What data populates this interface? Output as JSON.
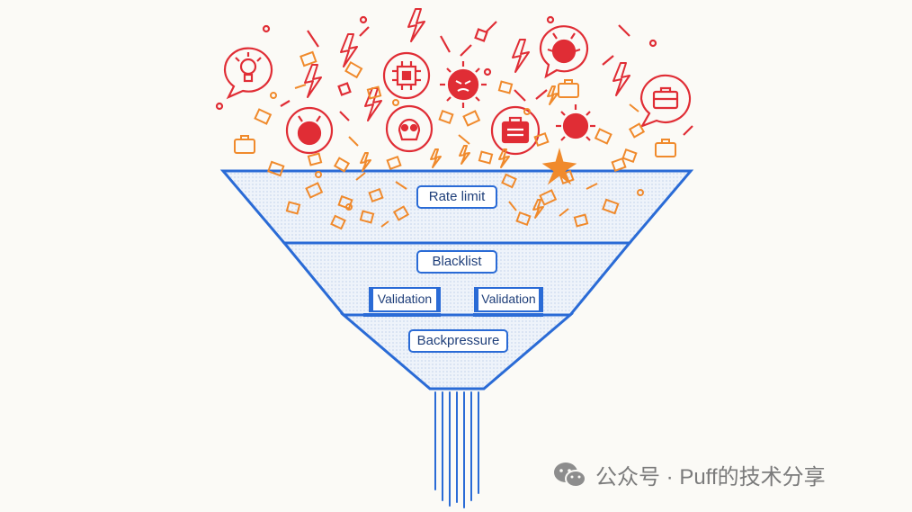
{
  "filters": {
    "rate_limit": "Rate limit",
    "blacklist": "Blacklist",
    "validation_left": "Validation",
    "validation_right": "Validation",
    "backpressure": "Backpressure"
  },
  "icons": {
    "threat_icons": [
      "bug-face-icon",
      "angry-face-icon",
      "skull-icon",
      "toolbox-icon",
      "chip-icon",
      "lightbulb-icon",
      "briefcase-icon"
    ],
    "colors": {
      "threat": "#e02d35",
      "debris": "#f08a2c",
      "funnel": "#2a6bd6",
      "funnel_fill": "#dfe9f6"
    }
  },
  "watermark": {
    "text": "公众号 · Puff的技术分享",
    "logo": "wechat-logo-icon"
  }
}
